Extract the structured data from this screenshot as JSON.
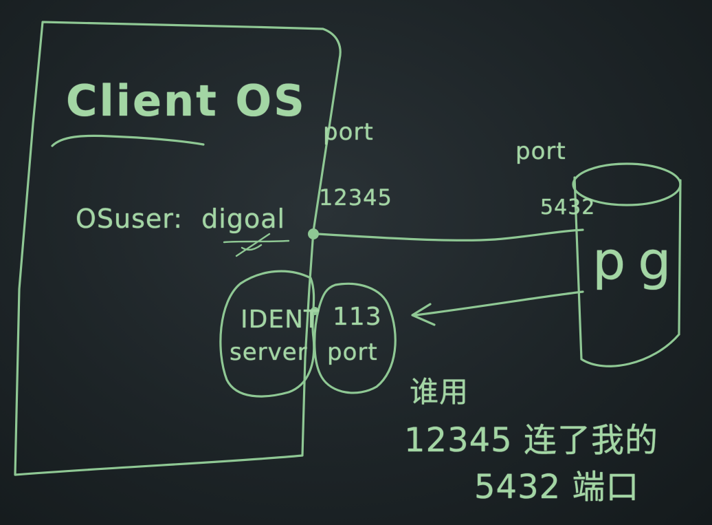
{
  "client": {
    "title": "Client OS",
    "os_user_label": "OSuser:",
    "os_user_name": "digoal",
    "client_port_label": "port",
    "client_port_number": "12345"
  },
  "ident": {
    "server_line1": "IDENT",
    "server_line2": "server",
    "port_line1": "113",
    "port_line2": "port"
  },
  "database": {
    "name": "pg",
    "port_label": "port",
    "port_number": "5432"
  },
  "note": {
    "line1": "谁用",
    "line2": "12345 连了我的",
    "line3": "5432 端口"
  },
  "colors": {
    "chalk": "#8fc894",
    "board": "#1d2427"
  }
}
